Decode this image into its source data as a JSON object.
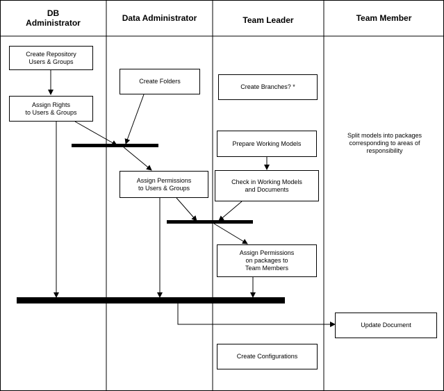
{
  "lanes": [
    {
      "key": "db_admin",
      "title": "DB\nAdministrator"
    },
    {
      "key": "data_admin",
      "title": "Data Administrator"
    },
    {
      "key": "team_leader",
      "title": "Team Leader"
    },
    {
      "key": "team_member",
      "title": "Team Member"
    }
  ],
  "activities": {
    "create_repo": "Create Repository\nUsers & Groups",
    "assign_rights": "Assign Rights\nto Users & Groups",
    "create_folders": "Create Folders",
    "create_branches": "Create Branches? *",
    "prepare_models": "Prepare Working Models",
    "assign_perm_users": "Assign Permissions\nto Users & Groups",
    "check_in": "Check in Working Models\nand Documents",
    "assign_perm_packages": "Assign Permissions\non packages to\nTeam Members",
    "update_document": "Update Document",
    "create_configurations": "Create Configurations"
  },
  "notes": {
    "split_models": "Split models into packages\ncorresponding to areas of\nresponsibility"
  }
}
